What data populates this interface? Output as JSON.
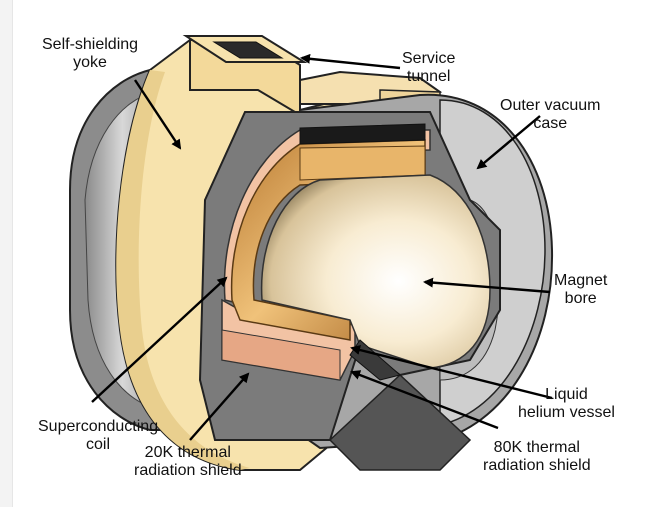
{
  "labels": {
    "self_shielding_yoke": [
      "Self-shielding",
      "yoke"
    ],
    "service_tunnel": [
      "Service",
      "tunnel"
    ],
    "outer_vacuum_case": [
      "Outer vacuum",
      "case"
    ],
    "magnet_bore": [
      "Magnet",
      "bore"
    ],
    "liquid_helium_vessel": [
      "Liquid",
      "helium vessel"
    ],
    "superconducting_coil": [
      "Superconducting",
      "coil"
    ],
    "thermal_shield_20k": [
      "20K thermal",
      "radiation shield"
    ],
    "thermal_shield_80k": [
      "80K thermal",
      "radiation shield"
    ]
  },
  "colors": {
    "yoke": "#f7e3ad",
    "yoke_shade": "#e9cf8e",
    "case_gray": "#9d9d9d",
    "case_light": "#c8c8c8",
    "shield_salmon": "#f2c3a4",
    "coil_gold": "#d9a25c",
    "bore": "#fbf0dc"
  }
}
